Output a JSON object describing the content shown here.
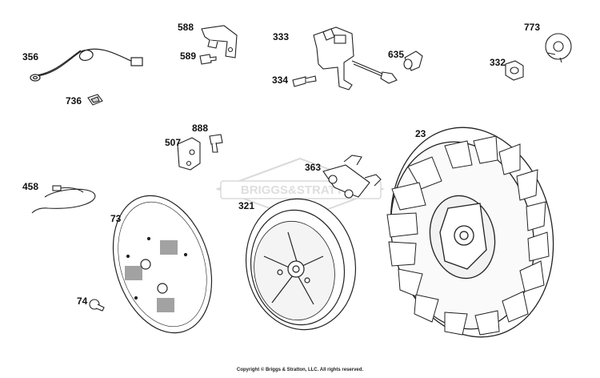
{
  "watermark": "BRIGGS&STRATTON",
  "copyright": "Copyright © Briggs & Stratton, LLC. All rights reserved.",
  "callouts": {
    "p356": "356",
    "p736": "736",
    "p588": "588",
    "p589": "589",
    "p333": "333",
    "p334": "334",
    "p635": "635",
    "p773": "773",
    "p332": "332",
    "p507": "507",
    "p888": "888",
    "p23": "23",
    "p363": "363",
    "p458": "458",
    "p73": "73",
    "p321": "321",
    "p74": "74"
  },
  "colors": {
    "line": "#222222",
    "fill": "#ffffff",
    "shade": "#d8d8d8",
    "watermark": "#c8c8c8"
  }
}
